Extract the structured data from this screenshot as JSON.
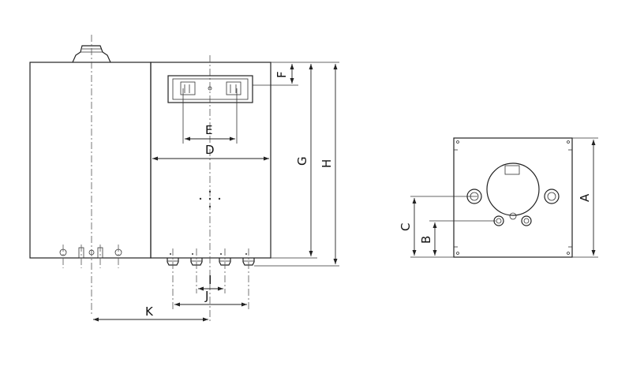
{
  "dimension_labels": {
    "a": "A",
    "b": "B",
    "c": "C",
    "d": "D",
    "e": "E",
    "f": "F",
    "g": "G",
    "h": "H",
    "i": "I",
    "j": "J",
    "k": "K"
  },
  "colors": {
    "line": "#222222",
    "background": "#ffffff"
  }
}
